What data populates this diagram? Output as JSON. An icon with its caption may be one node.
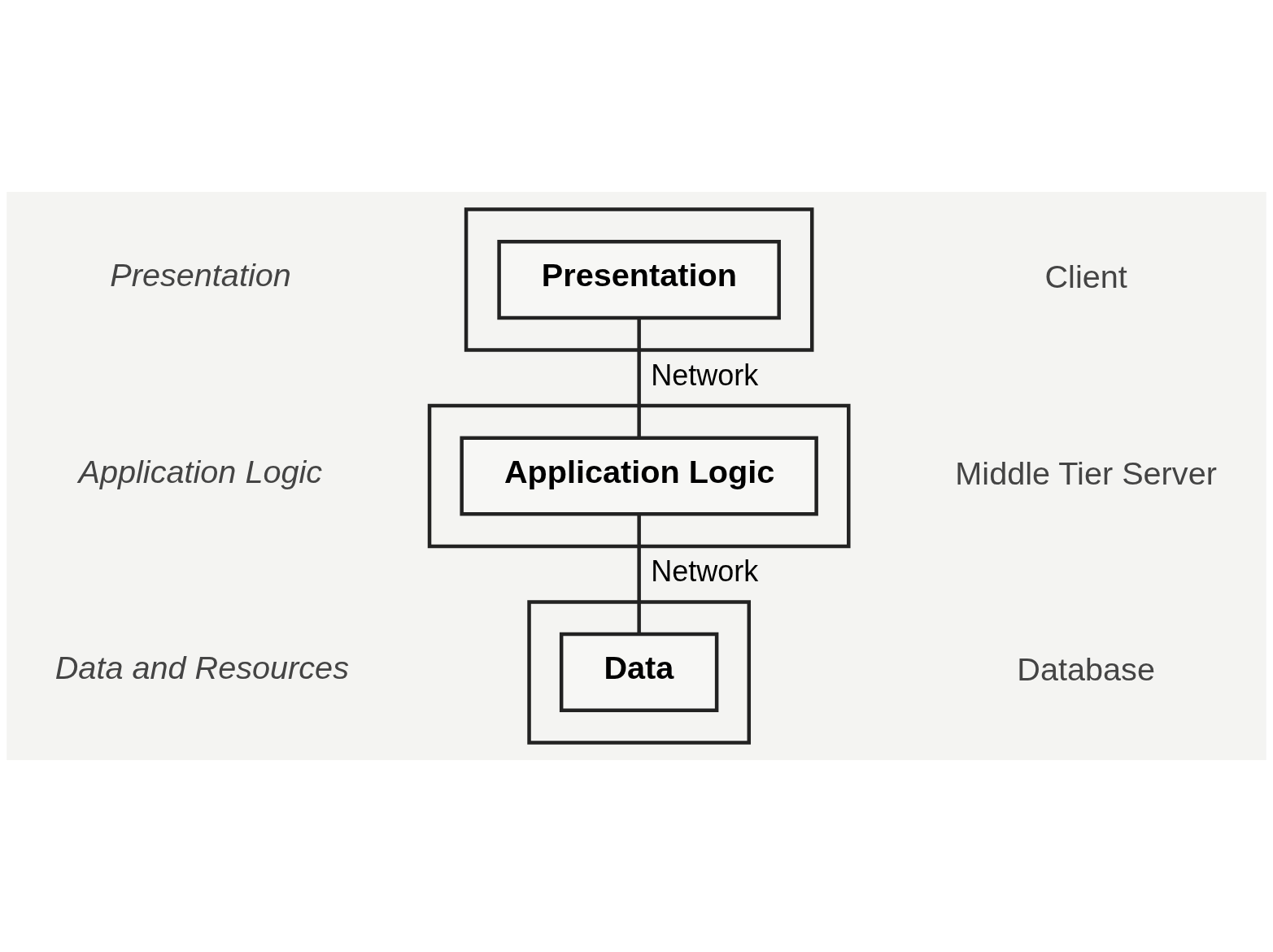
{
  "diagram": {
    "nodes": [
      {
        "text": [],
        "shape": "box"
      },
      {
        "text": [
          "Presentation"
        ],
        "in": 0
      },
      {
        "text": [],
        "shape": "box"
      },
      {
        "text": [
          "Application Logic"
        ],
        "in": 2
      },
      {
        "text": [],
        "shape": "box"
      },
      {
        "text": [
          "Data"
        ],
        "in": 4
      }
    ],
    "edges": [
      {
        "from": 1,
        "to": 3,
        "arrow": "none",
        "label": "Network"
      },
      {
        "from": 3,
        "to": 5,
        "arrow": "none",
        "label": "Network"
      }
    ],
    "labels": [
      "Presentation",
      "Client",
      "Application Logic",
      "Middle Tier Server",
      "Data and Resources",
      "Database"
    ]
  }
}
